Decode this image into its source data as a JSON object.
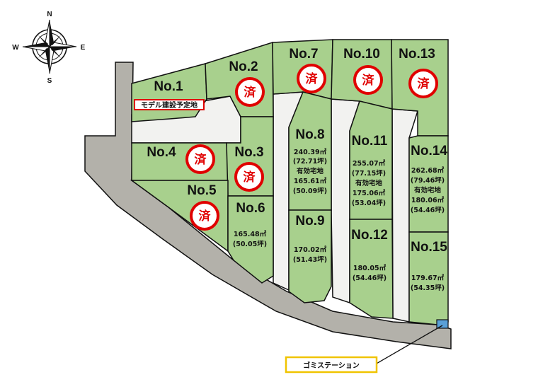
{
  "colors": {
    "lot": "#a8d08d",
    "road": "#b3b1aa",
    "path": "#f2f2f0",
    "sold": "#e00000",
    "callout": "#f0c400",
    "station": "#5aa0d8"
  },
  "compass": {
    "n": "N",
    "s": "S",
    "e": "E",
    "w": "W"
  },
  "model_label": "モデル建設予定地",
  "garbage_label": "ゴミステーション",
  "sold_char": "済",
  "lots": {
    "no1": {
      "label": "No.1"
    },
    "no2": {
      "label": "No.2"
    },
    "no3": {
      "label": "No.3"
    },
    "no4": {
      "label": "No.4"
    },
    "no5": {
      "label": "No.5"
    },
    "no6": {
      "label": "No.6",
      "area_m2": "165.48㎡",
      "area_tsubo": "(50.05坪)"
    },
    "no7": {
      "label": "No.7"
    },
    "no8": {
      "label": "No.8",
      "area_m2": "240.39㎡",
      "area_tsubo": "(72.71坪)",
      "effective": "有効宅地",
      "eff_m2": "165.61㎡",
      "eff_tsubo": "(50.09坪)"
    },
    "no9": {
      "label": "No.9",
      "area_m2": "170.02㎡",
      "area_tsubo": "(51.43坪)"
    },
    "no10": {
      "label": "No.10"
    },
    "no11": {
      "label": "No.11",
      "area_m2": "255.07㎡",
      "area_tsubo": "(77.15坪)",
      "effective": "有効宅地",
      "eff_m2": "175.06㎡",
      "eff_tsubo": "(53.04坪)"
    },
    "no12": {
      "label": "No.12",
      "area_m2": "180.05㎡",
      "area_tsubo": "(54.46坪)"
    },
    "no13": {
      "label": "No.13"
    },
    "no14": {
      "label": "No.14",
      "area_m2": "262.68㎡",
      "area_tsubo": "(79.46坪)",
      "effective": "有効宅地",
      "eff_m2": "180.06㎡",
      "eff_tsubo": "(54.46坪)"
    },
    "no15": {
      "label": "No.15",
      "area_m2": "179.67㎡",
      "area_tsubo": "(54.35坪)"
    }
  }
}
